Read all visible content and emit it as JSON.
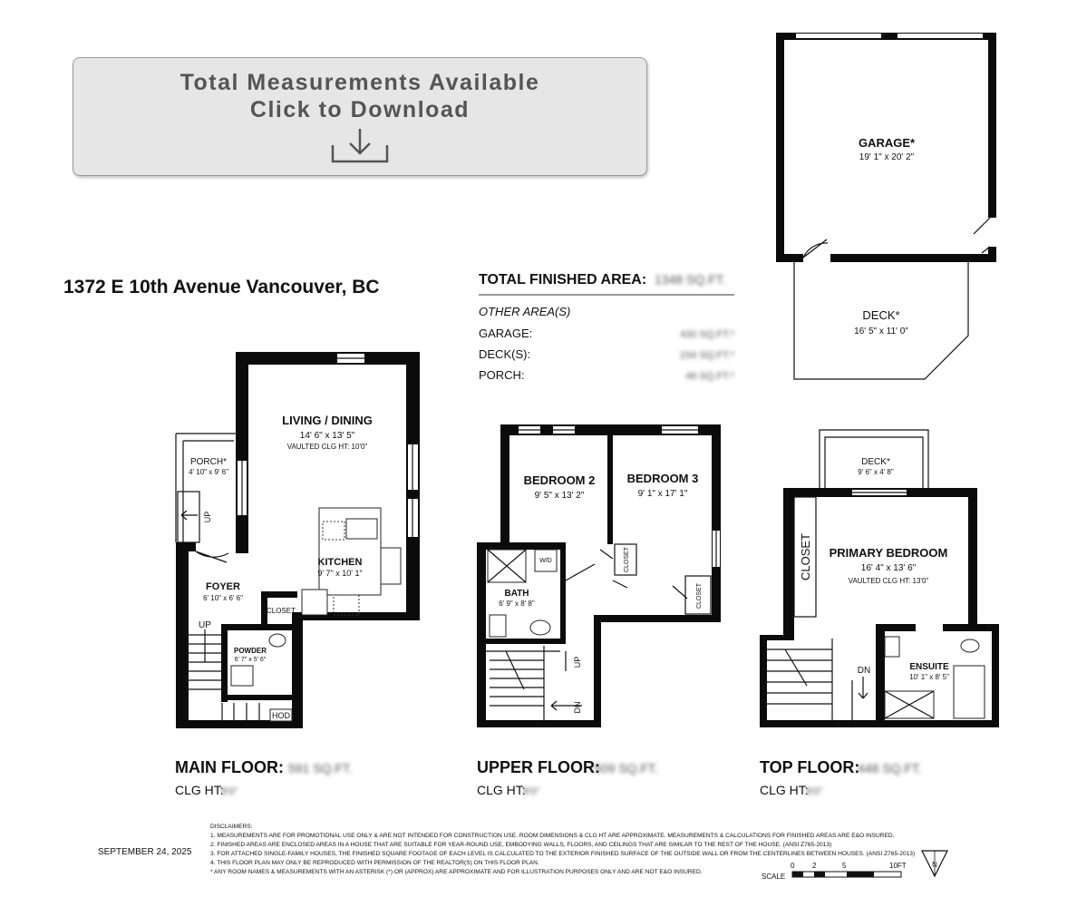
{
  "banner": {
    "line1": "Total Measurements Available",
    "line2": "Click to Download"
  },
  "address": "1372 E 10th Avenue Vancouver, BC",
  "summary": {
    "total_label": "TOTAL FINISHED AREA:",
    "total_value": "1348 SQ.FT.",
    "other_heading": "OTHER AREA(S)",
    "garage_label": "GARAGE:",
    "garage_value": "430 SQ.FT.*",
    "deck_label": "DECK(S):",
    "deck_value": "234 SQ.FT.*",
    "porch_label": "PORCH:",
    "porch_value": "46 SQ.FT.*"
  },
  "rooms": {
    "garage": {
      "name": "GARAGE*",
      "dims": "19' 1\" x 20' 2\""
    },
    "deck_rear": {
      "name": "DECK*",
      "dims": "16' 5\" x 11' 0\""
    },
    "living": {
      "name": "LIVING / DINING",
      "dims": "14' 6\" x 13' 5\"",
      "note": "VAULTED CLG HT:  10'0\""
    },
    "porch": {
      "name": "PORCH*",
      "dims": "4' 10\" x 9' 6\""
    },
    "kitchen": {
      "name": "KITCHEN",
      "dims": "9' 7\" x 10' 1\""
    },
    "foyer": {
      "name": "FOYER",
      "dims": "6' 10\" x 6' 6\""
    },
    "powder": {
      "name": "POWDER",
      "dims": "6' 7\" x 5' 6\""
    },
    "bedroom2": {
      "name": "BEDROOM 2",
      "dims": "9' 5\" x 13' 2\""
    },
    "bedroom3": {
      "name": "BEDROOM 3",
      "dims": "9' 1\" x 17' 1\""
    },
    "bath": {
      "name": "BATH",
      "dims": "6' 9\" x 8' 8\""
    },
    "deck_top": {
      "name": "DECK*",
      "dims": "9' 6\" x 4' 8\""
    },
    "primary": {
      "name": "PRIMARY BEDROOM",
      "dims": "16' 4\" x 13' 6\"",
      "note": "VAULTED CLG HT:  13'0\""
    },
    "ensuite": {
      "name": "ENSUITE",
      "dims": "10' 1\" x 8' 5\""
    }
  },
  "labels": {
    "closet": "CLOSET",
    "closet_big": "CLOSET",
    "up": "UP",
    "dn": "DN",
    "hod": "HOD",
    "wd": "W/D"
  },
  "floors": {
    "main": {
      "label": "MAIN FLOOR:",
      "area": "591 SQ.FT.",
      "clg_label": "CLG HT:",
      "clg_value": "8'0\""
    },
    "upper": {
      "label": "UPPER FLOOR:",
      "area": "509 SQ.FT.",
      "clg_label": "CLG HT:",
      "clg_value": "8'0\""
    },
    "top": {
      "label": "TOP FLOOR:",
      "area": "448 SQ.FT.",
      "clg_label": "CLG HT:",
      "clg_value": "8'0\""
    }
  },
  "date": "SEPTEMBER 24, 2025",
  "disclaimers": {
    "heading": "DISCLAIMERS:",
    "line1": "1. MEASUREMENTS ARE FOR PROMOTIONAL USE ONLY & ARE NOT INTENDED FOR CONSTRUCTION USE. ROOM DIMENSIONS & CLG HT ARE APPROXIMATE. MEASUREMENTS & CALCULATIONS FOR FINISHED AREAS ARE E&O INSURED.",
    "line2": "2. FINISHED AREAS ARE ENCLOSED AREAS IN A HOUSE THAT ARE SUITABLE FOR YEAR-ROUND USE, EMBODYING WALLS, FLOORS, AND CEILINGS THAT ARE SIMILAR TO THE REST OF THE HOUSE. (ANSI Z765-2013)",
    "line3": "3. FOR ATTACHED SINGLE-FAMILY HOUSES, THE FINISHED SQUARE FOOTAGE OF EACH LEVEL IS CALCULATED TO THE EXTERIOR FINISHED SURFACE OF THE OUTSIDE WALL OR FROM THE CENTERLINES BETWEEN HOUSES. (ANSI Z765-2013)",
    "line4": "4. THIS FLOOR PLAN MAY ONLY BE REPRODUCED WITH PERMISSION OF THE REALTOR(S) ON THIS FLOOR PLAN.",
    "line5": "* ANY ROOM NAMES & MEASUREMENTS WITH AN ASTERISK (*) OR (APPROX) ARE APPROXIMATE AND FOR ILLUSTRATION PURPOSES ONLY AND ARE NOT E&O INSURED."
  },
  "scale": {
    "label": "SCALE",
    "t0": "0",
    "t2": "2",
    "t5": "5",
    "t10": "10FT"
  },
  "north": "N"
}
